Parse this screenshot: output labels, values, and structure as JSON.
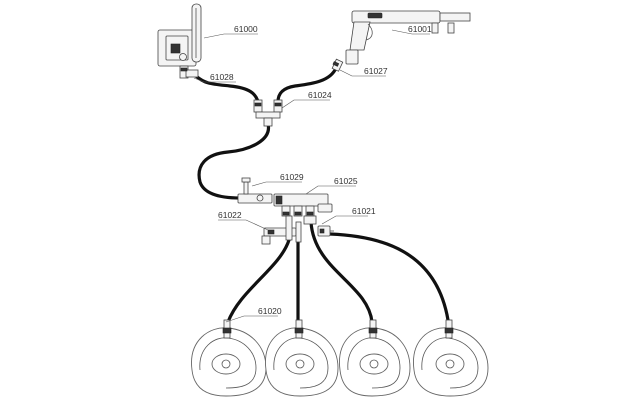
{
  "labels": {
    "controller": "61000",
    "gun": "61001",
    "controller_fitting": "61028",
    "gun_fitting": "61027",
    "tee": "61024",
    "valve": "61029",
    "manifold": "61025",
    "adapter": "61022",
    "outlet_fitting": "61021",
    "spinner_fitting": "61020"
  }
}
